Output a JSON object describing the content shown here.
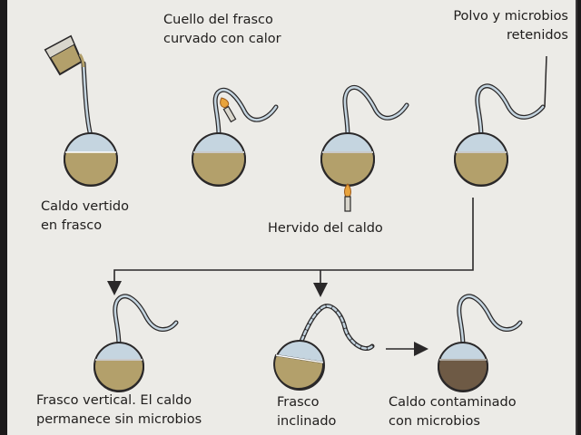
{
  "labels": {
    "neck_curved": [
      "Cuello del frasco",
      "curvado con calor"
    ],
    "dust_trapped": [
      "Polvo y microbios",
      "retenidos"
    ],
    "broth_poured": [
      "Caldo vertido",
      "en frasco"
    ],
    "broth_boiled": [
      "Hervido del caldo"
    ],
    "flask_vertical": [
      "Frasco vertical. El caldo",
      "permanece sin microbios"
    ],
    "flask_tilted": [
      "Frasco",
      "inclinado"
    ],
    "broth_contaminated": [
      "Caldo contaminado",
      "con microbios"
    ]
  },
  "icons": {
    "flask": "swan-neck-flask-icon",
    "beaker": "pouring-beaker-icon",
    "flame": "burner-flame-icon",
    "arrow": "flow-arrow-icon"
  },
  "colors": {
    "broth": "#b3a06b",
    "broth_contaminated": "#6e5a45",
    "glass": "#c5d5e0",
    "outline": "#2a2829",
    "background": "#ecebe7"
  }
}
